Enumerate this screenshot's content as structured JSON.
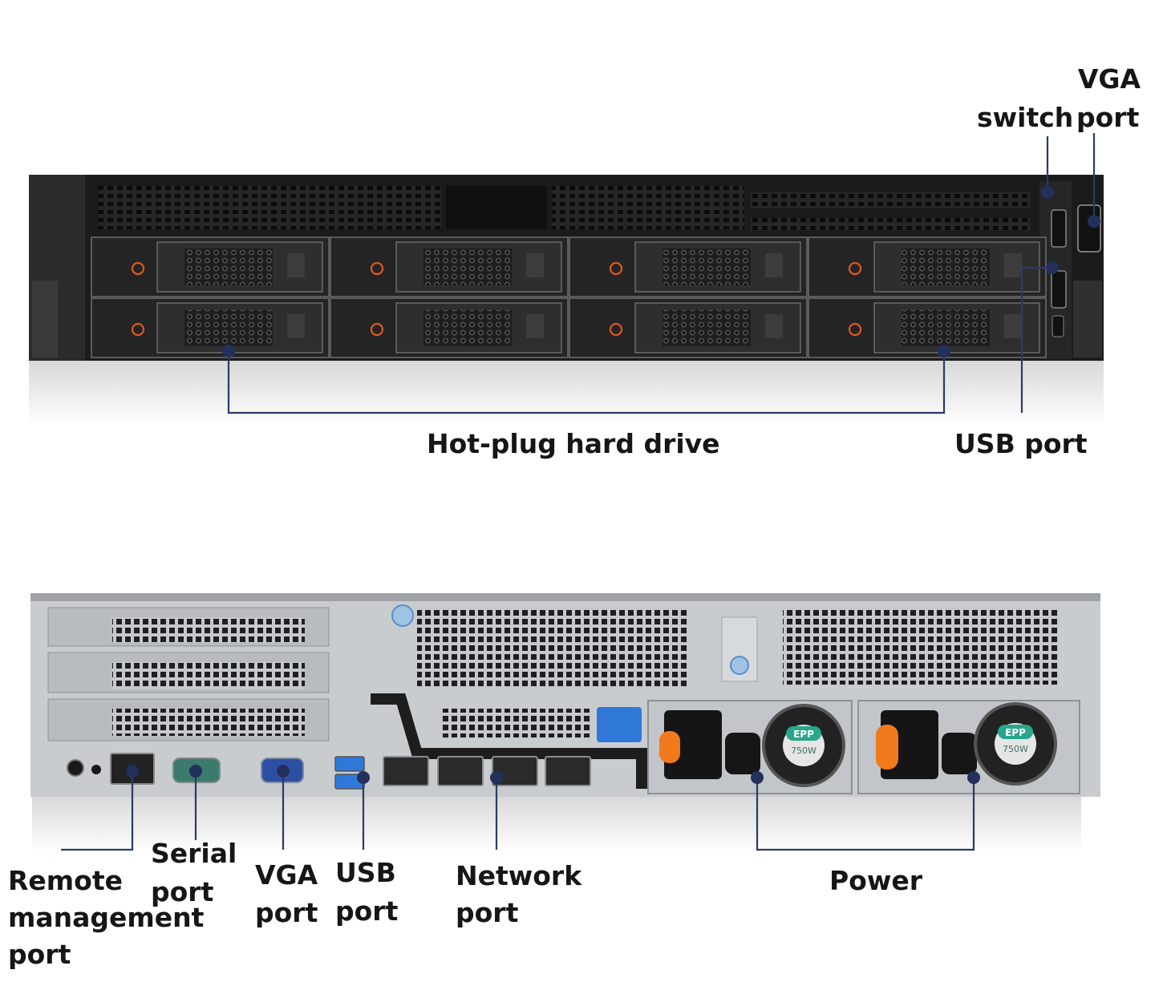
{
  "front_panel": {
    "labels": {
      "switch": "switch",
      "vga_line1": "VGA",
      "vga_line2": "port",
      "hot_plug": "Hot-plug hard drive",
      "usb": "USB port"
    },
    "drive_bays": 8
  },
  "rear_panel": {
    "labels": {
      "remote_line1": "Remote",
      "remote_line2": "management",
      "remote_line3": "port",
      "serial_line1": "Serial",
      "serial_line2": "port",
      "vga_line1": "VGA",
      "vga_line2": "port",
      "usb_line1": "USB",
      "usb_line2": "port",
      "network_line1": "Network",
      "network_line2": "port",
      "power": "Power"
    },
    "psu_badge": "EPP",
    "psu_rating": "750W"
  },
  "colors": {
    "callout_line": "#2b3a66",
    "callout_dot": "#23305c",
    "chassis_dark": "#1b1b1b",
    "chassis_light": "#c9cccf",
    "drive_accent": "#e0571f",
    "fan_badge": "#2aa68a",
    "usb_blue": "#2f78d8",
    "psu_orange": "#f07a1c"
  }
}
